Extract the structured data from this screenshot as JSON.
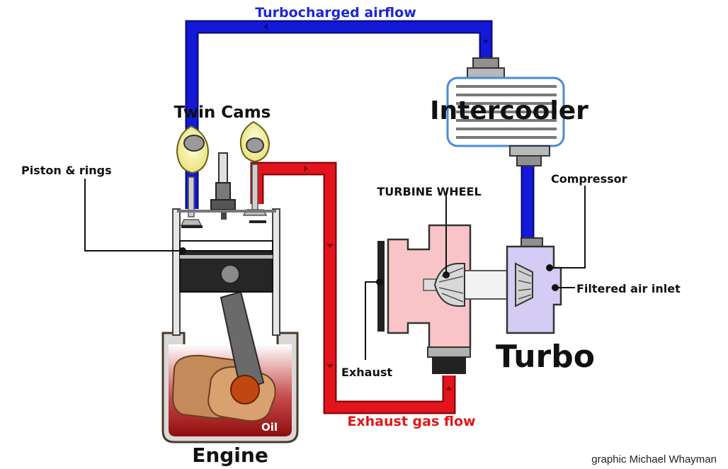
{
  "labels": {
    "turbocharged_airflow": "Turbocharged airflow",
    "intercooler": "Intercooler",
    "twin_cams": "Twin Cams",
    "piston_rings": "Piston & rings",
    "turbine_wheel": "TURBINE WHEEL",
    "compressor": "Compressor",
    "filtered_air_inlet": "Filtered air inlet",
    "turbo": "Turbo",
    "exhaust": "Exhaust",
    "exhaust_gas_flow": "Exhaust gas flow",
    "oil": "Oil",
    "engine": "Engine"
  },
  "credit": "graphic Michael Whayman",
  "colors": {
    "intake_pipe": "#1418d8",
    "exhaust_pipe": "#e4141c",
    "airflow_label": "#1c28d0",
    "exhaust_label": "#e01818",
    "turbine_housing": "#f8c4c8",
    "compressor_housing": "#d4ccf4",
    "oil_sump": "#a01818",
    "cam_glow": "#f4f0a0"
  }
}
